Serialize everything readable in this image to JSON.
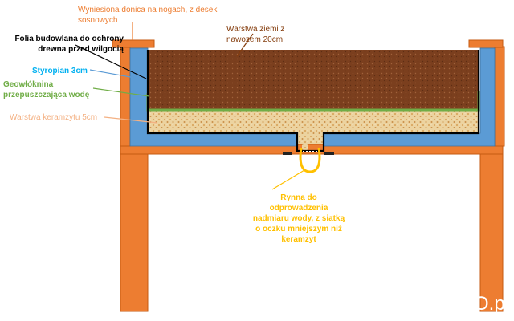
{
  "labels": {
    "planter": "Wyniesiona donica na nogach, z desek sosnowych",
    "soil": "Warstwa ziemi z nawozem 20cm",
    "foil": "Folia budowlana do ochrony drewna przed wilgocią",
    "styrofoam": "Styropian 3cm",
    "geotextile": "Geowłóknina przepuszczająca wodę",
    "clay": "Warstwa keramzytu 5cm",
    "gutter": "Rynna do odprowadzenia nadmiaru wody, z siatką o oczku mniejszym niż keramzyt"
  },
  "watermark": "O.p",
  "colors": {
    "wood": "#ed7d31",
    "styrofoam": "#5b9bd5",
    "soil": "#7b3f1e",
    "clay": "#e8c890",
    "geotextile": "#70ad47",
    "foil": "#000000",
    "gutter": "#ffc000",
    "text_wood": "#ed7d31",
    "text_soil": "#843c0c",
    "text_styrofoam": "#00b0f0",
    "text_geotextile": "#70ad47",
    "text_clay": "#f4b183",
    "text_gutter": "#ffc000"
  }
}
